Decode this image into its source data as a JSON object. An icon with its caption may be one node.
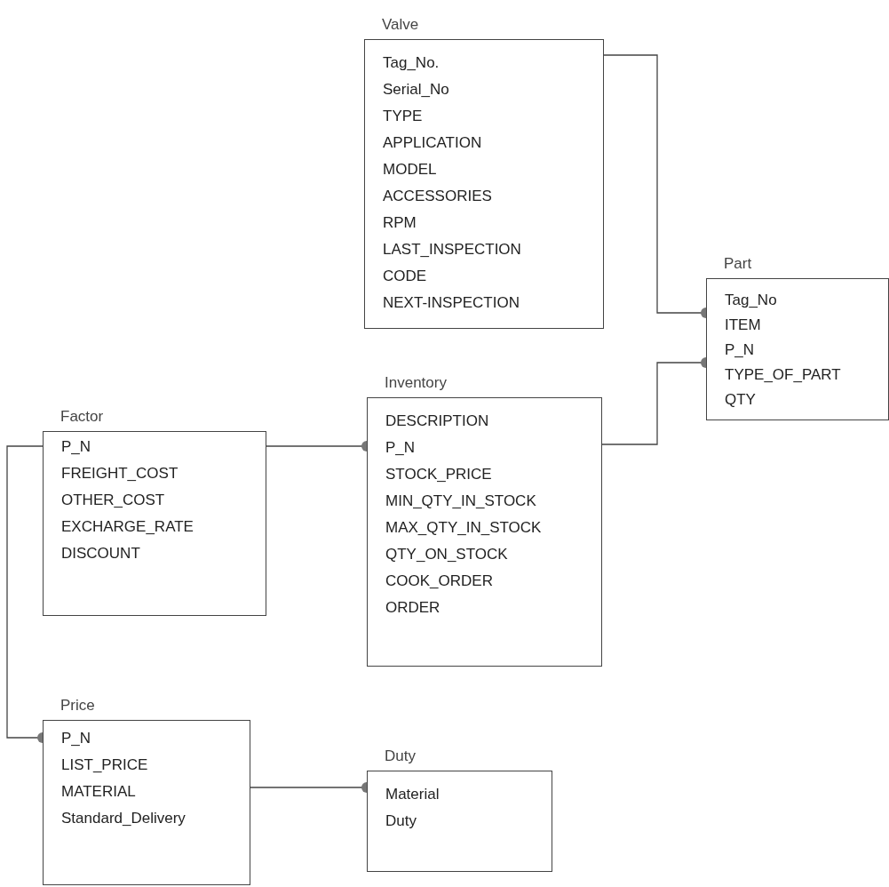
{
  "diagram": {
    "nodes": [
      {
        "text": [
          "Valve",
          "Tag_No.",
          "Serial_No",
          "TYPE",
          "APPLICATION",
          "MODEL",
          "ACCESSORIES",
          "RPM",
          "LAST_INSPECTION",
          "CODE",
          "NEXT-INSPECTION"
        ]
      },
      {
        "text": [
          "Part",
          "Tag_No",
          "ITEM",
          "P_N",
          "TYPE_OF_PART",
          "QTY"
        ]
      },
      {
        "text": [
          "Inventory",
          "DESCRIPTION",
          "P_N",
          "STOCK_PRICE",
          "MIN_QTY_IN_STOCK",
          "MAX_QTY_IN_STOCK",
          "QTY_ON_STOCK",
          "COOK_ORDER",
          "ORDER"
        ]
      },
      {
        "text": [
          "Factor",
          "P_N",
          "FREIGHT_COST",
          "OTHER_COST",
          "EXCHARGE_RATE",
          "DISCOUNT"
        ]
      },
      {
        "text": [
          "Price",
          "P_N",
          "LIST_PRICE",
          "MATERIAL",
          "Standard_Delivery"
        ]
      },
      {
        "text": [
          "Duty",
          "Material",
          "Duty"
        ]
      }
    ],
    "edges": [
      {
        "from": 0,
        "to": 1,
        "arrow": "other"
      },
      {
        "from": 2,
        "to": 1,
        "arrow": "other"
      },
      {
        "from": 3,
        "to": 2,
        "arrow": "other"
      },
      {
        "from": 3,
        "to": 4,
        "arrow": "other"
      },
      {
        "from": 4,
        "to": 5,
        "arrow": "other"
      }
    ]
  }
}
